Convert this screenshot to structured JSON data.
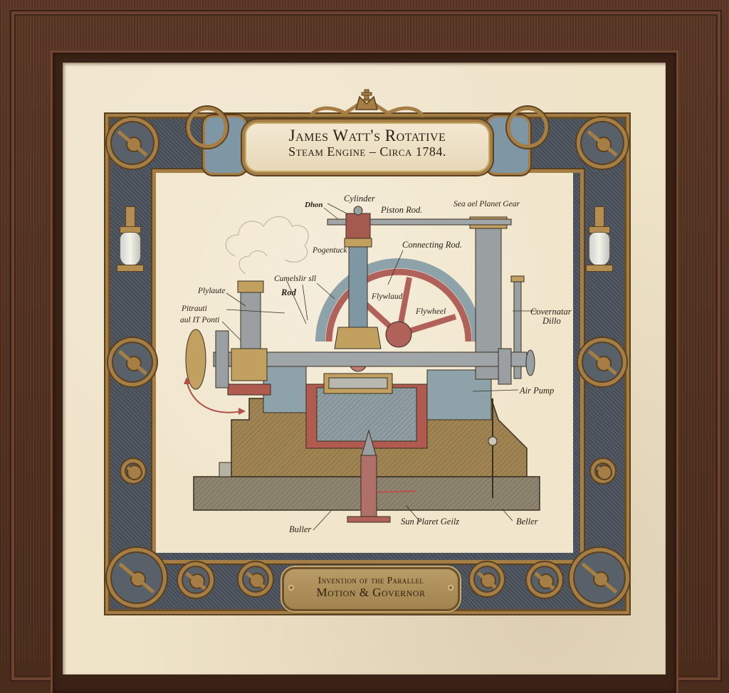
{
  "artwork": {
    "title_line1": "James Watt's Rotative",
    "title_line2": "Steam Engine – Circa 1784.",
    "plaque_line1": "Invention of the Parallel",
    "plaque_line2": "Motion & Governor"
  },
  "labels": {
    "top_left_fragment": "Dhon",
    "cylinder": "Cylinder",
    "piston_rod": "Piston Rod.",
    "sun_planet_gear_top": "Sea ael Planet Gear",
    "pogentuck": "Pogentuck",
    "connecting_rod": "Connecting Rod.",
    "cumelslir": "Cumelslir sll",
    "rod": "Rod",
    "plylaute": "Plylaute",
    "pitrauti": "Pitrauti",
    "aul_it_ponti": "aul IT Ponti",
    "flyerlaud": "Flywlaud",
    "flywheel": "Flywheel",
    "governor_line1": "Covernatar",
    "governor_line2": "Dillo",
    "air_pump": "Air Pump",
    "buller": "Buller",
    "sun_planet_gear_bottom": "Sun  Plaret Geilz",
    "beller": "Beller"
  },
  "colors": {
    "frame_wood": "#4a2c1c",
    "mat": "#efe3c8",
    "border_gold": "#a47e45",
    "border_dark": "#4d5560",
    "flywheel_red": "#b0625a",
    "steel_blue": "#8ea2aa",
    "brass": "#b99650",
    "stone_base": "#8a8068",
    "earth_block": "#9a8050"
  }
}
